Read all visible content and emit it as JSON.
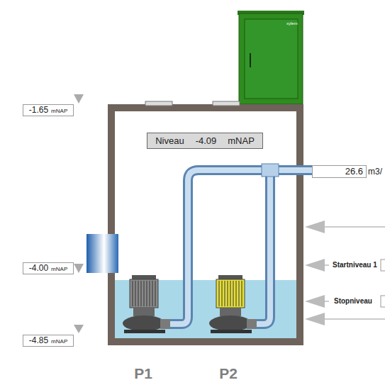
{
  "diagram": {
    "nodes": [
      {
        "text": [
          "-1.65",
          "mNAP"
        ]
      },
      {
        "text": [
          "Niveau",
          "-4.09",
          "mNAP"
        ]
      },
      {
        "text": [
          "26.6"
        ]
      },
      {
        "text": [
          "-4.00",
          "mNAP"
        ]
      },
      {
        "text": [
          "-4.85",
          "mNAP"
        ]
      }
    ],
    "labels": [
      "xylem",
      "m3/",
      "Startniveau 1",
      "Stopniveau",
      "P1",
      "P2"
    ]
  }
}
